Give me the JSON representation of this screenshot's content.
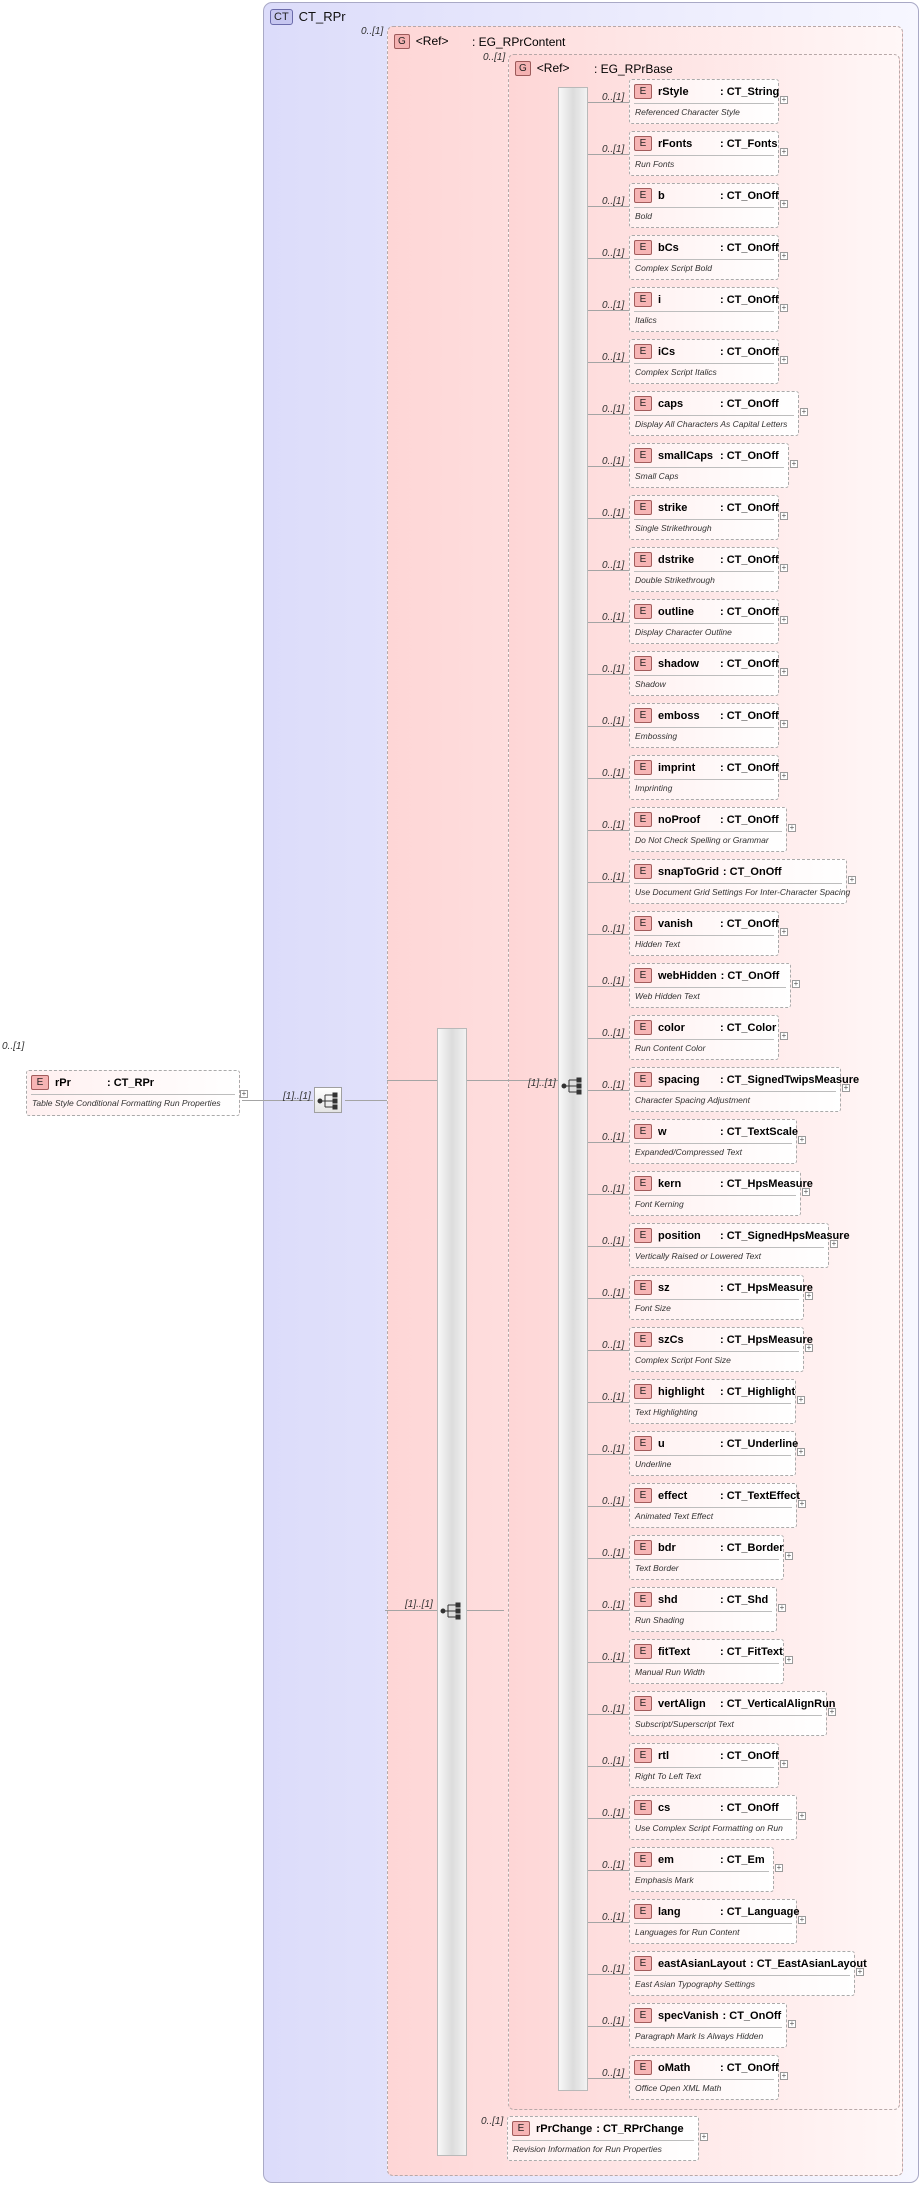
{
  "complex_type": {
    "badge": "CT",
    "name": "CT_RPr"
  },
  "root_element": {
    "occurrence": "0..[1]",
    "badge": "E",
    "name": "rPr",
    "type": ": CT_RPr",
    "doc": "Table Style Conditional Formatting Run Properties"
  },
  "outer_sequence": {
    "occurrence": "[1]..[1]"
  },
  "group_content": {
    "occurrence": "0..[1]",
    "badge": "G",
    "kind": "<Ref>",
    "name": ": EG_RPrContent"
  },
  "main_sequence": {
    "occurrence": "[1]..[1]"
  },
  "group_base": {
    "occurrence": "0..[1]",
    "badge": "G",
    "kind": "<Ref>",
    "name": ": EG_RPrBase"
  },
  "inner_sequence": {
    "occurrence": "[1]..[1]"
  },
  "base_elements": [
    {
      "occ": "0..[1]",
      "name": "rStyle",
      "type": ": CT_String",
      "doc": "Referenced Character Style"
    },
    {
      "occ": "0..[1]",
      "name": "rFonts",
      "type": ": CT_Fonts",
      "doc": "Run Fonts"
    },
    {
      "occ": "0..[1]",
      "name": "b",
      "type": ": CT_OnOff",
      "doc": "Bold"
    },
    {
      "occ": "0..[1]",
      "name": "bCs",
      "type": ": CT_OnOff",
      "doc": "Complex Script Bold"
    },
    {
      "occ": "0..[1]",
      "name": "i",
      "type": ": CT_OnOff",
      "doc": "Italics"
    },
    {
      "occ": "0..[1]",
      "name": "iCs",
      "type": ": CT_OnOff",
      "doc": "Complex Script Italics"
    },
    {
      "occ": "0..[1]",
      "name": "caps",
      "type": ": CT_OnOff",
      "doc": "Display All Characters As Capital Letters"
    },
    {
      "occ": "0..[1]",
      "name": "smallCaps",
      "type": ": CT_OnOff",
      "doc": "Small Caps"
    },
    {
      "occ": "0..[1]",
      "name": "strike",
      "type": ": CT_OnOff",
      "doc": "Single Strikethrough"
    },
    {
      "occ": "0..[1]",
      "name": "dstrike",
      "type": ": CT_OnOff",
      "doc": "Double Strikethrough"
    },
    {
      "occ": "0..[1]",
      "name": "outline",
      "type": ": CT_OnOff",
      "doc": "Display Character Outline"
    },
    {
      "occ": "0..[1]",
      "name": "shadow",
      "type": ": CT_OnOff",
      "doc": "Shadow"
    },
    {
      "occ": "0..[1]",
      "name": "emboss",
      "type": ": CT_OnOff",
      "doc": "Embossing"
    },
    {
      "occ": "0..[1]",
      "name": "imprint",
      "type": ": CT_OnOff",
      "doc": "Imprinting"
    },
    {
      "occ": "0..[1]",
      "name": "noProof",
      "type": ": CT_OnOff",
      "doc": "Do Not Check Spelling or Grammar"
    },
    {
      "occ": "0..[1]",
      "name": "snapToGrid",
      "type": ": CT_OnOff",
      "doc": "Use Document Grid Settings For Inter-Character Spacing"
    },
    {
      "occ": "0..[1]",
      "name": "vanish",
      "type": ": CT_OnOff",
      "doc": "Hidden Text"
    },
    {
      "occ": "0..[1]",
      "name": "webHidden",
      "type": ": CT_OnOff",
      "doc": "Web Hidden Text"
    },
    {
      "occ": "0..[1]",
      "name": "color",
      "type": ": CT_Color",
      "doc": "Run Content Color"
    },
    {
      "occ": "0..[1]",
      "name": "spacing",
      "type": ": CT_SignedTwipsMeasure",
      "doc": "Character Spacing Adjustment"
    },
    {
      "occ": "0..[1]",
      "name": "w",
      "type": ": CT_TextScale",
      "doc": "Expanded/Compressed Text"
    },
    {
      "occ": "0..[1]",
      "name": "kern",
      "type": ": CT_HpsMeasure",
      "doc": "Font Kerning"
    },
    {
      "occ": "0..[1]",
      "name": "position",
      "type": ": CT_SignedHpsMeasure",
      "doc": "Vertically Raised or Lowered Text"
    },
    {
      "occ": "0..[1]",
      "name": "sz",
      "type": ": CT_HpsMeasure",
      "doc": "Font Size"
    },
    {
      "occ": "0..[1]",
      "name": "szCs",
      "type": ": CT_HpsMeasure",
      "doc": "Complex Script Font Size"
    },
    {
      "occ": "0..[1]",
      "name": "highlight",
      "type": ": CT_Highlight",
      "doc": "Text Highlighting"
    },
    {
      "occ": "0..[1]",
      "name": "u",
      "type": ": CT_Underline",
      "doc": "Underline"
    },
    {
      "occ": "0..[1]",
      "name": "effect",
      "type": ": CT_TextEffect",
      "doc": "Animated Text Effect"
    },
    {
      "occ": "0..[1]",
      "name": "bdr",
      "type": ": CT_Border",
      "doc": "Text Border"
    },
    {
      "occ": "0..[1]",
      "name": "shd",
      "type": ": CT_Shd",
      "doc": "Run Shading"
    },
    {
      "occ": "0..[1]",
      "name": "fitText",
      "type": ": CT_FitText",
      "doc": "Manual Run Width"
    },
    {
      "occ": "0..[1]",
      "name": "vertAlign",
      "type": ": CT_VerticalAlignRun",
      "doc": "Subscript/Superscript Text"
    },
    {
      "occ": "0..[1]",
      "name": "rtl",
      "type": ": CT_OnOff",
      "doc": "Right To Left Text"
    },
    {
      "occ": "0..[1]",
      "name": "cs",
      "type": ": CT_OnOff",
      "doc": "Use Complex Script Formatting on Run"
    },
    {
      "occ": "0..[1]",
      "name": "em",
      "type": ": CT_Em",
      "doc": "Emphasis Mark"
    },
    {
      "occ": "0..[1]",
      "name": "lang",
      "type": ": CT_Language",
      "doc": "Languages for Run Content"
    },
    {
      "occ": "0..[1]",
      "name": "eastAsianLayout",
      "type": ": CT_EastAsianLayout",
      "doc": "East Asian Typography Settings"
    },
    {
      "occ": "0..[1]",
      "name": "specVanish",
      "type": ": CT_OnOff",
      "doc": "Paragraph Mark Is Always Hidden"
    },
    {
      "occ": "0..[1]",
      "name": "oMath",
      "type": ": CT_OnOff",
      "doc": "Office Open XML Math"
    }
  ],
  "change_element": {
    "occ": "0..[1]",
    "name": "rPrChange",
    "type": ": CT_RPrChange",
    "doc": "Revision Information for Run Properties"
  },
  "icons": {
    "expand": "plus-box-icon",
    "sequence": "sequence-icon"
  }
}
